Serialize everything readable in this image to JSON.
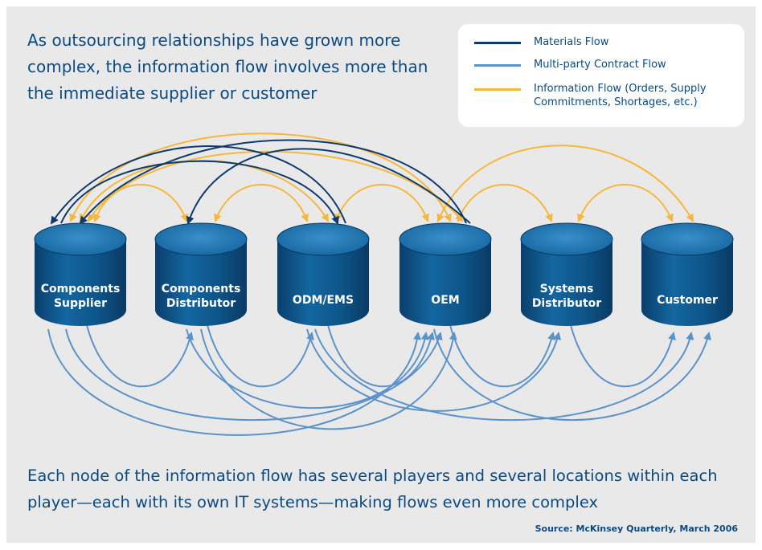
{
  "headline": "As outsourcing relationships have grown more complex, the information flow involves more than the immediate supplier or customer",
  "legend": [
    {
      "label": "Materials Flow",
      "color": "#0e3a6e"
    },
    {
      "label": "Multi-party Contract Flow",
      "color": "#5b93c9"
    },
    {
      "label": "Information Flow (Orders, Supply Commitments, Shortages, etc.)",
      "color": "#f6b83a"
    }
  ],
  "nodes": [
    {
      "line1": "Components",
      "line2": "Supplier"
    },
    {
      "line1": "Components",
      "line2": "Distributor"
    },
    {
      "line1": "ODM/EMS",
      "line2": ""
    },
    {
      "line1": "OEM",
      "line2": ""
    },
    {
      "line1": "Systems",
      "line2": "Distributor"
    },
    {
      "line1": "Customer",
      "line2": ""
    }
  ],
  "footer": "Each node of the information flow has several players and several locations within each player—each with its own IT systems—making flows even more complex",
  "source": "Source: McKinsey Quarterly, March 2006",
  "colors": {
    "background": "#e9e9e9",
    "text": "#0b4a80",
    "node_top": "#1d6fa8",
    "node_body": "#0c4e82"
  }
}
